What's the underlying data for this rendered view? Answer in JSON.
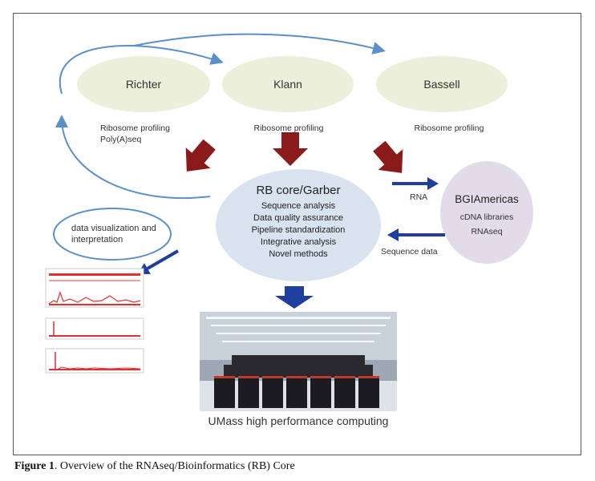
{
  "nodes": {
    "richter": {
      "label": "Richter",
      "desc": [
        "Ribosome profiling",
        "Poly(A)seq"
      ]
    },
    "klann": {
      "label": "Klann",
      "desc": [
        "Ribosome profiling"
      ]
    },
    "bassell": {
      "label": "Bassell",
      "desc": [
        "Ribosome profiling"
      ]
    },
    "rb_core": {
      "label": "RB core/Garber",
      "items": [
        "Sequence analysis",
        "Data quality assurance",
        "Pipeline standardization",
        "Integrative analysis",
        "Novel methods"
      ]
    },
    "bgi": {
      "label": "BGIAmericas",
      "items": [
        "cDNA libraries",
        "RNAseq"
      ]
    },
    "viz": {
      "label": "data visualization and interpretation"
    }
  },
  "edges": {
    "rna": "RNA",
    "sequence_data": "Sequence data"
  },
  "computing_label": "UMass high performance computing",
  "caption": {
    "bold": "Figure 1",
    "text": ". Overview of the RNAseq/Bioinformatics (RB) Core"
  },
  "colors": {
    "oval_fill": "#ecefd9",
    "rb_fill": "#d8e3ef",
    "bgi_fill": "#e2dcea",
    "dark_red": "#8b1a1a",
    "blue_arrow": "#1f3f9f",
    "curve_blue": "#5b8fc9",
    "plot_red": "#e03030"
  }
}
